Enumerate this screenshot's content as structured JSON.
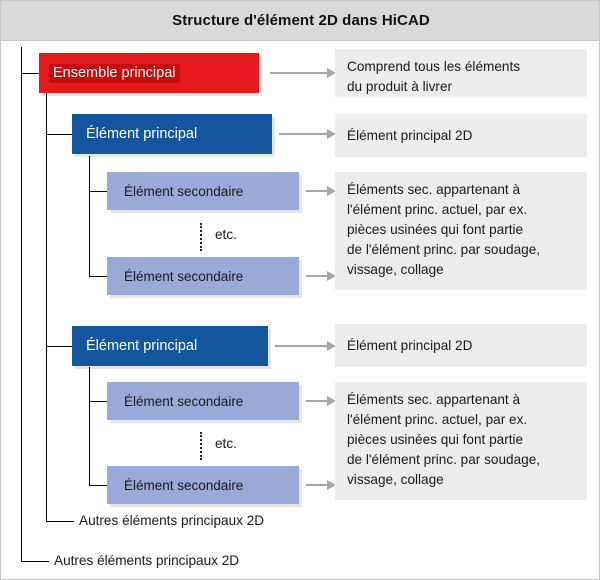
{
  "header": {
    "title": "Structure d'élément 2D dans HiCAD"
  },
  "colors": {
    "header_bg": "#d9d9d9",
    "root_box": "#e8191e",
    "root_highlight": "#c40d10",
    "main_box": "#14569e",
    "sub_box": "#9aaad8",
    "desc_box": "#ededed",
    "arrow": "#a6a6a6",
    "line": "#000000"
  },
  "nodes": {
    "root": {
      "label": "Ensemble principal"
    },
    "main1": {
      "label": "Élément principal"
    },
    "sub1a": {
      "label": "Élément secondaire"
    },
    "sub1b": {
      "label": "Élément secondaire"
    },
    "main2": {
      "label": "Élément principal"
    },
    "sub2a": {
      "label": "Élément secondaire"
    },
    "sub2b": {
      "label": "Élément secondaire"
    }
  },
  "descriptions": {
    "root": "Comprend tous les éléments\ndu produit à livrer",
    "main1": "Élément principal 2D",
    "sub1": "Éléments sec. appartenant à\nl'élément princ. actuel, par ex.\npièces usinées qui font partie\nde l'élément princ. par soudage,\nvissage, collage",
    "main2": "Élément principal 2D",
    "sub2": "Éléments sec. appartenant à\nl'élément princ. actuel, par ex.\npièces usinées qui font partie\nde l'élément princ. par soudage,\nvissage, collage"
  },
  "etc_labels": {
    "group1": "etc.",
    "group2": "etc."
  },
  "leaf_labels": {
    "others_inner": "Autres éléments principaux 2D",
    "others_outer": "Autres éléments principaux 2D"
  }
}
